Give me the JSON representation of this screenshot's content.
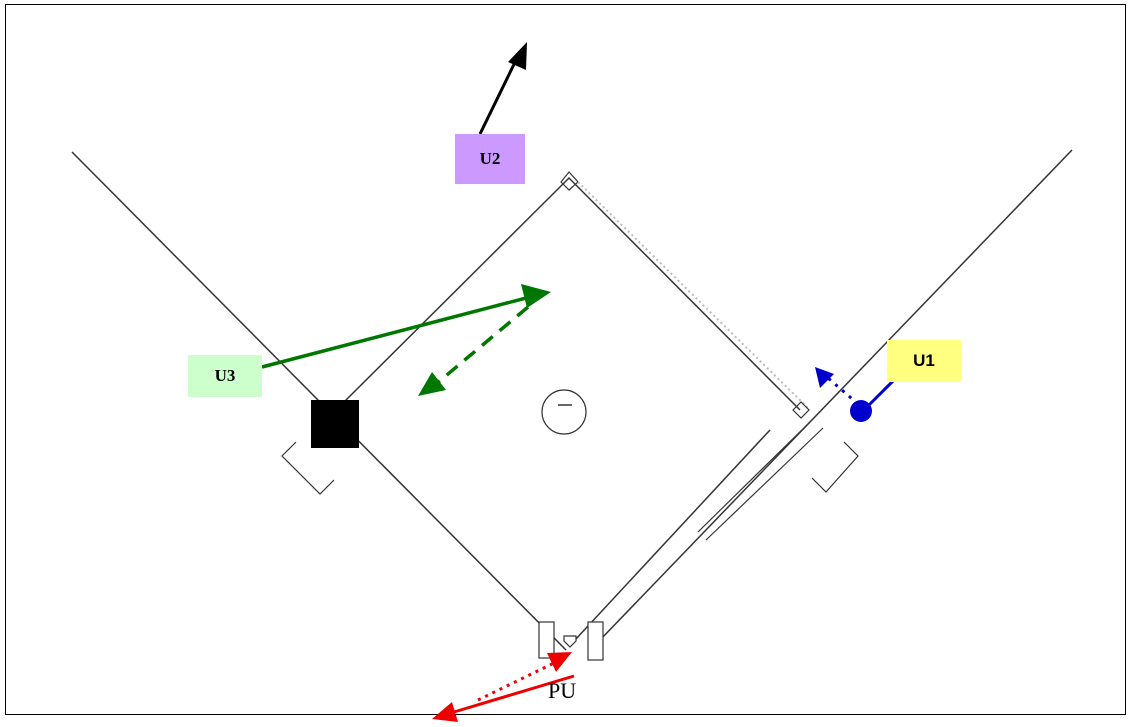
{
  "labels": {
    "u1": "U1",
    "u2": "U2",
    "u3": "U3",
    "pu": "PU"
  },
  "colors": {
    "u1_fill": "#ffff80",
    "u2_fill": "#cc99ff",
    "u3_fill": "#ccffcc",
    "u1_path": "#0000cc",
    "u2_path": "#000000",
    "u3_path": "#007700",
    "pu_path": "#ee0000",
    "field_lines": "#333333"
  }
}
